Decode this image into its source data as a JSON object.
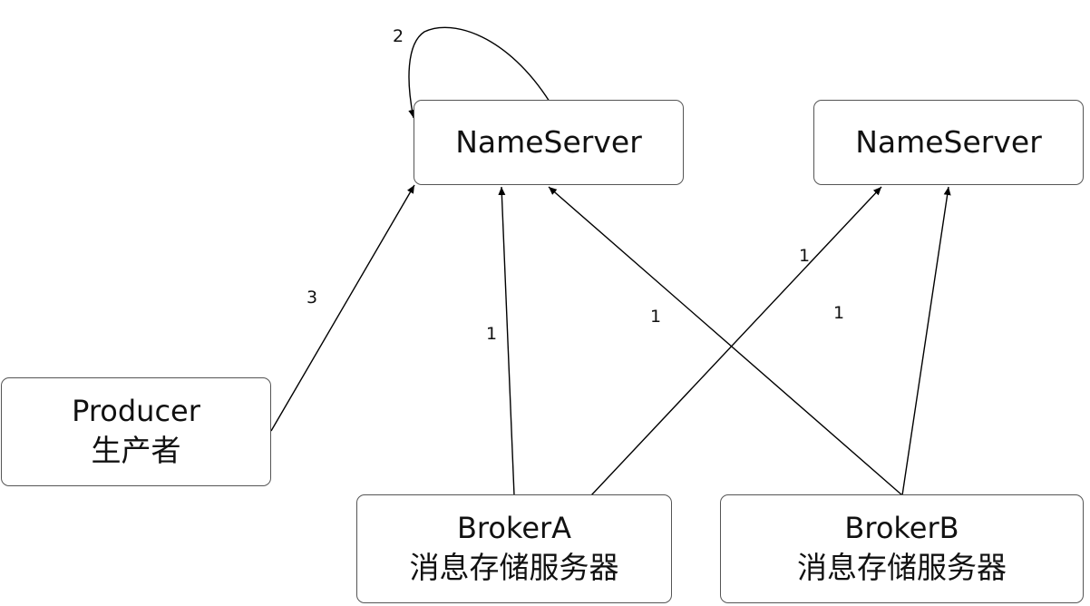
{
  "nodes": {
    "nameserver_left": {
      "title": "NameServer"
    },
    "nameserver_right": {
      "title": "NameServer"
    },
    "producer": {
      "title": "Producer",
      "subtitle": "生产者"
    },
    "broker_a": {
      "title": "BrokerA",
      "subtitle": "消息存储服务器"
    },
    "broker_b": {
      "title": "BrokerB",
      "subtitle": "消息存储服务器"
    }
  },
  "edges": {
    "self_loop_label": "2",
    "producer_to_nameserver_label": "3",
    "broker_a_to_ns_left_label": "1",
    "broker_b_to_ns_left_label": "1",
    "broker_a_to_ns_right_label": "1",
    "broker_b_to_ns_right_label": "1"
  },
  "colors": {
    "line": "#000000",
    "border": "#555555"
  }
}
